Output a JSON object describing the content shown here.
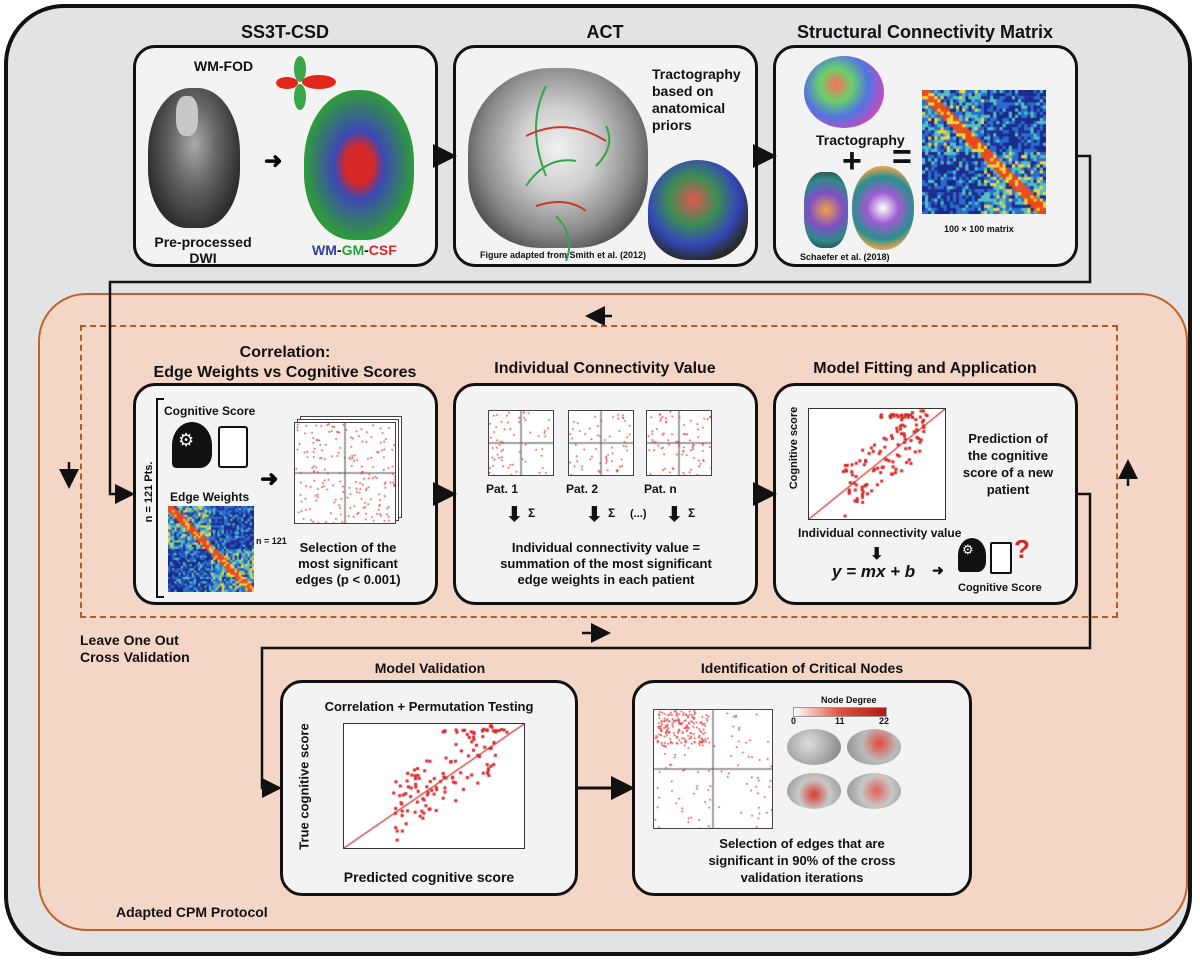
{
  "sections": {
    "ss3t": {
      "title": "SS3T-CSD",
      "wmfod": "WM-FOD",
      "dwi_label_1": "Pre-processed",
      "dwi_label_2": "DWI",
      "tissue_wm": "WM",
      "tissue_dash1": "-",
      "tissue_gm": "GM",
      "tissue_dash2": "-",
      "tissue_csf": "CSF"
    },
    "act": {
      "title": "ACT",
      "desc_1": "Tractography",
      "desc_2": "based on",
      "desc_3": "anatomical",
      "desc_4": "priors",
      "citation": "Figure adapted from Smith et al. (2012)"
    },
    "scm": {
      "title": "Structural Connectivity Matrix",
      "tractography": "Tractography",
      "plus": "+",
      "equals": "=",
      "citation": "Schaefer et al. (2018)",
      "matrix_label": "100 × 100 matrix"
    },
    "correlation": {
      "title_1": "Correlation:",
      "title_2": "Edge Weights vs Cognitive Scores",
      "cog_label": "Cognitive Score",
      "edge_label": "Edge Weights",
      "n_pts": "n = 121 Pts.",
      "n_stack": "n = 121",
      "selection_1": "Selection of the",
      "selection_2": "most significant",
      "selection_3": "edges (p < 0.001)"
    },
    "icv": {
      "title": "Individual Connectivity Value",
      "pat1": "Pat. 1",
      "pat2": "Pat. 2",
      "dots": "(...)",
      "patn": "Pat. n",
      "sigma": "Σ",
      "desc_1": "Individual connectivity value =",
      "desc_2": "summation of the most significant",
      "desc_3": "edge weights in each patient"
    },
    "model": {
      "title": "Model Fitting and Application",
      "ylabel": "Cognitive score",
      "xlabel": "Individual connectivity value",
      "eq": "y = mx + b",
      "pred_1": "Prediction of",
      "pred_2": "the cognitive",
      "pred_3": "score of a new",
      "pred_4": "patient",
      "cog_score": "Cognitive Score",
      "question": "?"
    },
    "loocv": {
      "line_1": "Leave One Out",
      "line_2": "Cross Validation"
    },
    "validation": {
      "title": "Model Validation",
      "subtitle": "Correlation + Permutation Testing",
      "ylabel": "True cognitive score",
      "xlabel": "Predicted cognitive score"
    },
    "critical": {
      "title": "Identification of Critical Nodes",
      "legend_title": "Node Degree",
      "legend_0": "0",
      "legend_11": "11",
      "legend_22": "22",
      "desc_1": "Selection of edges that are",
      "desc_2": "significant in 90% of the cross",
      "desc_3": "validation iterations"
    },
    "protocol": "Adapted CPM Protocol"
  },
  "colors": {
    "wm": "#2e3f9e",
    "gm": "#2e9c3a",
    "csf": "#d62828",
    "regression": "#d62828",
    "question": "#d62828",
    "panel_border": "#c0622a"
  }
}
